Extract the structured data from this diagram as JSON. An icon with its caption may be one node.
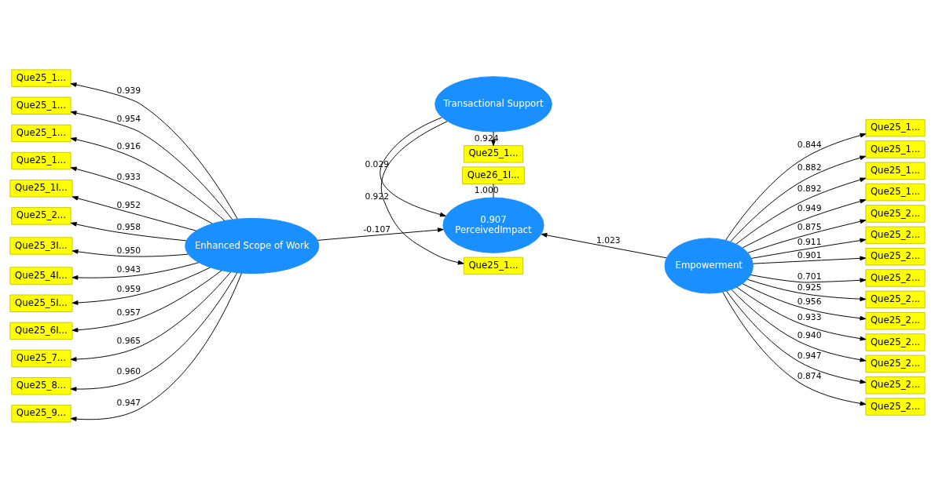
{
  "diagram": {
    "nodes": [
      {
        "text": [
          "Enhanced Scope of Work"
        ]
      },
      {
        "text": [
          "Transactional Support"
        ]
      },
      {
        "text": [
          "0.907",
          "PerceivedImpact"
        ]
      },
      {
        "text": [
          "Empowerment"
        ]
      },
      {
        "text": [
          "Que25_1..."
        ]
      },
      {
        "text": [
          "Que25_1..."
        ]
      },
      {
        "text": [
          "Que25_1..."
        ]
      },
      {
        "text": [
          "Que25_1..."
        ]
      },
      {
        "text": [
          "Que25_1I..."
        ]
      },
      {
        "text": [
          "Que25_2..."
        ]
      },
      {
        "text": [
          "Que25_3I..."
        ]
      },
      {
        "text": [
          "Que25_4I..."
        ]
      },
      {
        "text": [
          "Que25_5I..."
        ]
      },
      {
        "text": [
          "Que25_6I..."
        ]
      },
      {
        "text": [
          "Que25_7..."
        ]
      },
      {
        "text": [
          "Que25_8..."
        ]
      },
      {
        "text": [
          "Que25_9..."
        ]
      },
      {
        "text": [
          "Que25_1..."
        ]
      },
      {
        "text": [
          "Que25_1..."
        ]
      },
      {
        "text": [
          "Que25_1..."
        ]
      },
      {
        "text": [
          "Que25_1..."
        ]
      },
      {
        "text": [
          "Que25_1..."
        ]
      },
      {
        "text": [
          "Que25_1..."
        ]
      },
      {
        "text": [
          "Que25_2..."
        ]
      },
      {
        "text": [
          "Que25_2..."
        ]
      },
      {
        "text": [
          "Que25_2..."
        ]
      },
      {
        "text": [
          "Que25_2..."
        ]
      },
      {
        "text": [
          "Que25_2..."
        ]
      },
      {
        "text": [
          "Que25_2..."
        ]
      },
      {
        "text": [
          "Que25_2..."
        ]
      },
      {
        "text": [
          "Que25_2..."
        ]
      },
      {
        "text": [
          "Que25_2..."
        ]
      },
      {
        "text": [
          "Que25_2..."
        ]
      },
      {
        "text": [
          "Que26_1I..."
        ]
      }
    ],
    "edges": [
      {
        "from": 0,
        "to": 4,
        "arrow": "to",
        "label": "0.939"
      },
      {
        "from": 0,
        "to": 5,
        "arrow": "to",
        "label": "0.954"
      },
      {
        "from": 0,
        "to": 6,
        "arrow": "to",
        "label": "0.916"
      },
      {
        "from": 0,
        "to": 7,
        "arrow": "to",
        "label": "0.933"
      },
      {
        "from": 0,
        "to": 8,
        "arrow": "to",
        "label": "0.952"
      },
      {
        "from": 0,
        "to": 9,
        "arrow": "to",
        "label": "0.958"
      },
      {
        "from": 0,
        "to": 10,
        "arrow": "to",
        "label": "0.950"
      },
      {
        "from": 0,
        "to": 11,
        "arrow": "to",
        "label": "0.943"
      },
      {
        "from": 0,
        "to": 12,
        "arrow": "to",
        "label": "0.959"
      },
      {
        "from": 0,
        "to": 13,
        "arrow": "to",
        "label": "0.957"
      },
      {
        "from": 0,
        "to": 14,
        "arrow": "to",
        "label": "0.965"
      },
      {
        "from": 0,
        "to": 15,
        "arrow": "to",
        "label": "0.960"
      },
      {
        "from": 0,
        "to": 16,
        "arrow": "to",
        "label": "0.947"
      },
      {
        "from": 1,
        "to": 17,
        "arrow": "to",
        "label": "0.922"
      },
      {
        "from": 1,
        "to": 18,
        "arrow": "to",
        "label": "0.924"
      },
      {
        "from": 3,
        "to": 19,
        "arrow": "to",
        "label": "0.844"
      },
      {
        "from": 3,
        "to": 20,
        "arrow": "to",
        "label": "0.882"
      },
      {
        "from": 3,
        "to": 21,
        "arrow": "to",
        "label": "0.892"
      },
      {
        "from": 3,
        "to": 22,
        "arrow": "to",
        "label": "0.949"
      },
      {
        "from": 3,
        "to": 23,
        "arrow": "to",
        "label": "0.875"
      },
      {
        "from": 3,
        "to": 24,
        "arrow": "to",
        "label": "0.911"
      },
      {
        "from": 3,
        "to": 25,
        "arrow": "to",
        "label": "0.901"
      },
      {
        "from": 3,
        "to": 26,
        "arrow": "to",
        "label": "0.701"
      },
      {
        "from": 3,
        "to": 27,
        "arrow": "to",
        "label": "0.925"
      },
      {
        "from": 3,
        "to": 28,
        "arrow": "to",
        "label": "0.956"
      },
      {
        "from": 3,
        "to": 29,
        "arrow": "to",
        "label": "0.933"
      },
      {
        "from": 3,
        "to": 30,
        "arrow": "to",
        "label": "0.940"
      },
      {
        "from": 3,
        "to": 31,
        "arrow": "to",
        "label": "0.947"
      },
      {
        "from": 3,
        "to": 32,
        "arrow": "to",
        "label": "0.874"
      },
      {
        "from": 0,
        "to": 2,
        "arrow": "to",
        "label": "-0.107"
      },
      {
        "from": 1,
        "to": 2,
        "arrow": "to",
        "label": "0.029"
      },
      {
        "from": 3,
        "to": 2,
        "arrow": "to",
        "label": "1.023"
      },
      {
        "from": 2,
        "to": 33,
        "arrow": "none",
        "label": "1.000"
      }
    ]
  }
}
